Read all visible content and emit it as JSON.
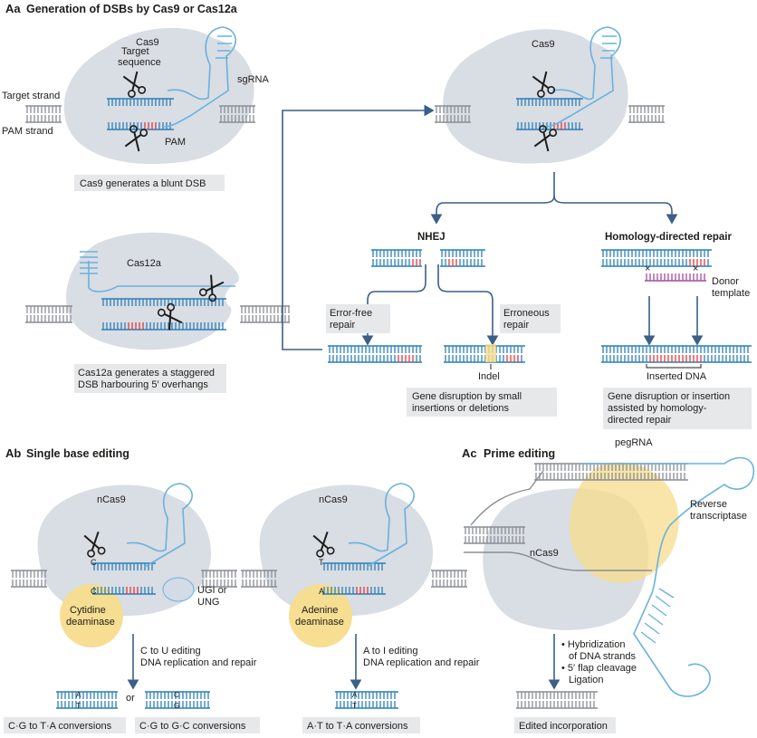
{
  "panels": {
    "aa": {
      "letter": "Aa",
      "title": "Generation of DSBs by Cas9 or Cas12a"
    },
    "ab": {
      "letter": "Ab",
      "title": "Single base editing"
    },
    "ac": {
      "letter": "Ac",
      "title": "Prime editing"
    }
  },
  "labels": {
    "cas9": "Cas9",
    "target_sequence_1": "Target",
    "target_sequence_2": "sequence",
    "sgrna": "sgRNA",
    "target_strand": "Target strand",
    "pam_strand": "PAM strand",
    "pam": "PAM",
    "cas9_right": "Cas9",
    "cas12a": "Cas12a",
    "ncas9_left": "nCas9",
    "ncas9_mid": "nCas9",
    "ncas9_right": "nCas9",
    "cytidine_1": "Cytidine",
    "cytidine_2": "deaminase",
    "adenine_1": "Adenine",
    "adenine_2": "deaminase",
    "ugi_1": "UGI or",
    "ugi_2": "UNG",
    "pegrna": "pegRNA",
    "rt_1": "Reverse",
    "rt_2": "transcriptase",
    "base_c_top": "C",
    "base_c_bot": "C",
    "base_a_bot": "A",
    "base_t_top": "T",
    "or": "or"
  },
  "captions": {
    "cas9_blunt": "Cas9 generates a blunt DSB",
    "cas12a_1": "Cas12a generates a staggered",
    "cas12a_2": "DSB harbouring 5′ overhangs",
    "gene_disruption_1": "Gene disruption by small",
    "gene_disruption_2": "insertions or deletions",
    "hdr_1": "Gene disruption or insertion",
    "hdr_2": "assisted by homology-",
    "hdr_3": "directed repair",
    "cg_ta": "C·G to T·A conversions",
    "cg_gc": "C·G to G·C conversions",
    "at_ta": "A·T to T·A conversions",
    "edited": "Edited incorporation"
  },
  "repair": {
    "nhej": "NHEJ",
    "hdr": "Homology-directed repair",
    "error_free_1": "Error-free",
    "error_free_2": "repair",
    "erroneous_1": "Erroneous",
    "erroneous_2": "repair",
    "indel": "Indel",
    "donor_1": "Donor",
    "donor_2": "template",
    "inserted_dna": "Inserted DNA"
  },
  "steps": {
    "c_to_u_1": "C to U editing",
    "c_to_u_2": "DNA replication and repair",
    "a_to_i_1": "A to I editing",
    "a_to_i_2": "DNA replication and repair",
    "prime_1": "• Hybridization",
    "prime_2": "of DNA strands",
    "prime_3": "• 5′ flap cleavage",
    "prime_4": "Ligation"
  },
  "outcome_bases": {
    "o1_top": "A",
    "o1_bot": "T",
    "o2_top": "C",
    "o2_bot": "G",
    "o3_top": "A",
    "o3_bot": "T"
  },
  "colors": {
    "protein": "#d9dde4",
    "rna": "#6ab2de",
    "dna_blue": "#2c7fb8",
    "dna_grey": "#8a8d93",
    "pam": "#e03a3a",
    "deaminase": "#f7dc8c",
    "caption_box": "#e7e8ea",
    "arrow": "#3b5f86",
    "donor": "#a24fa0"
  }
}
